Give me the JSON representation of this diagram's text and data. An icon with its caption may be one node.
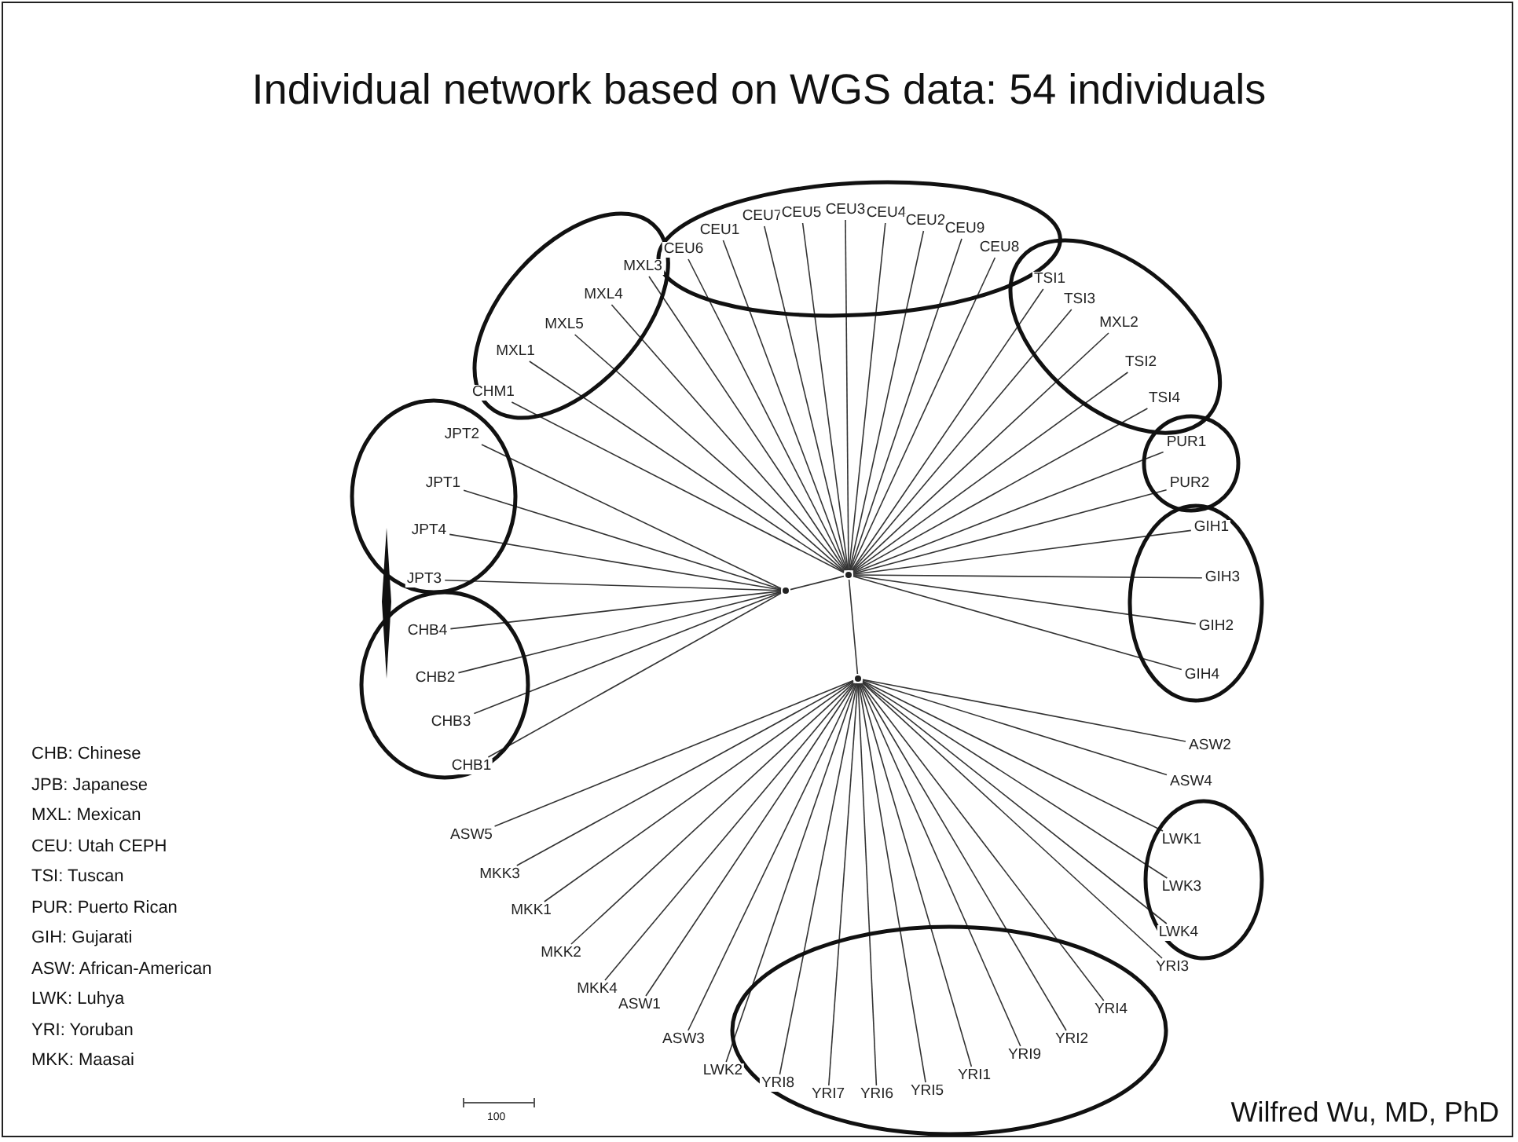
{
  "diagram": {
    "title": "Individual network based on WGS data: 54 individuals",
    "nodes": [
      {
        "text": [],
        "shape": "ellipse"
      },
      {
        "text": [
          "CEU6"
        ],
        "in": 0
      },
      {
        "text": [
          "CEU1"
        ],
        "in": 0
      },
      {
        "text": [
          "CEU7"
        ],
        "in": 0
      },
      {
        "text": [
          "CEU5"
        ],
        "in": 0
      },
      {
        "text": [
          "CEU3"
        ],
        "in": 0
      },
      {
        "text": [
          "CEU4"
        ],
        "in": 0
      },
      {
        "text": [
          "CEU2"
        ],
        "in": 0
      },
      {
        "text": [
          "CEU9"
        ],
        "in": 0
      },
      {
        "text": [
          "CEU8"
        ],
        "in": 0
      },
      {
        "text": [],
        "shape": "ellipse"
      },
      {
        "text": [
          "MXL3"
        ],
        "in": 10
      },
      {
        "text": [
          "MXL4"
        ],
        "in": 10
      },
      {
        "text": [
          "MXL5"
        ],
        "in": 10
      },
      {
        "text": [
          "MXL1"
        ],
        "in": 10
      },
      {
        "text": [],
        "shape": "ellipse"
      },
      {
        "text": [
          "TSI1"
        ],
        "in": 15
      },
      {
        "text": [
          "TSI3"
        ],
        "in": 15
      },
      {
        "text": [
          "MXL2"
        ],
        "in": 15
      },
      {
        "text": [
          "TSI2"
        ],
        "in": 15
      },
      {
        "text": [
          "TSI4"
        ],
        "in": 15
      },
      {
        "text": [
          "CHM1"
        ]
      },
      {
        "text": [],
        "shape": "ellipse"
      },
      {
        "text": [
          "JPT2"
        ],
        "in": 22
      },
      {
        "text": [
          "JPT1"
        ],
        "in": 22
      },
      {
        "text": [
          "JPT4"
        ],
        "in": 22
      },
      {
        "text": [
          "JPT3"
        ],
        "in": 22
      },
      {
        "text": [],
        "shape": "ellipse"
      },
      {
        "text": [
          "PUR1"
        ],
        "in": 27
      },
      {
        "text": [
          "PUR2"
        ],
        "in": 27
      },
      {
        "text": [],
        "shape": "ellipse"
      },
      {
        "text": [
          "GIH1"
        ],
        "in": 30
      },
      {
        "text": [
          "GIH3"
        ],
        "in": 30
      },
      {
        "text": [
          "GIH2"
        ],
        "in": 30
      },
      {
        "text": [
          "GIH4"
        ],
        "in": 30
      },
      {
        "text": [],
        "shape": "point"
      },
      {
        "text": [],
        "shape": "point"
      },
      {
        "text": [],
        "shape": "point"
      },
      {
        "text": [],
        "shape": "ellipse"
      },
      {
        "text": [
          "CHB4"
        ],
        "in": 38
      },
      {
        "text": [
          "CHB2"
        ],
        "in": 38
      },
      {
        "text": [
          "CHB3"
        ],
        "in": 38
      },
      {
        "text": [
          "CHB1"
        ],
        "in": 38
      },
      {
        "text": [
          "ASW2"
        ]
      },
      {
        "text": [
          "ASW4"
        ]
      },
      {
        "text": [
          "ASW5"
        ]
      },
      {
        "text": [],
        "shape": "ellipse"
      },
      {
        "text": [
          "LWK1"
        ],
        "in": 46
      },
      {
        "text": [
          "LWK3"
        ],
        "in": 46
      },
      {
        "text": [
          "LWK4"
        ],
        "in": 46
      },
      {
        "text": [
          "MKK3"
        ]
      },
      {
        "text": [
          "MKK1"
        ]
      },
      {
        "text": [
          "MKK2"
        ]
      },
      {
        "text": [
          "YRI3"
        ]
      },
      {
        "text": [
          "MKK4"
        ]
      },
      {
        "text": [
          "ASW1"
        ]
      },
      {
        "text": [
          "ASW3"
        ]
      },
      {
        "text": [
          "LWK2"
        ]
      },
      {
        "text": [],
        "shape": "ellipse"
      },
      {
        "text": [
          "YRI8"
        ],
        "in": 58
      },
      {
        "text": [
          "YRI7"
        ],
        "in": 58
      },
      {
        "text": [
          "YRI6"
        ],
        "in": 58
      },
      {
        "text": [
          "YRI5"
        ],
        "in": 58
      },
      {
        "text": [
          "YRI1"
        ],
        "in": 58
      },
      {
        "text": [
          "YRI9"
        ],
        "in": 58
      },
      {
        "text": [
          "YRI2"
        ],
        "in": 58
      },
      {
        "text": [
          "YRI4"
        ],
        "in": 58
      }
    ],
    "edges": [
      {
        "from": 35,
        "to": 36,
        "arrow": "none"
      },
      {
        "from": 36,
        "to": 37,
        "arrow": "none"
      },
      {
        "from": 36,
        "to": 1,
        "arrow": "none"
      },
      {
        "from": 36,
        "to": 2,
        "arrow": "none"
      },
      {
        "from": 36,
        "to": 3,
        "arrow": "none"
      },
      {
        "from": 36,
        "to": 4,
        "arrow": "none"
      },
      {
        "from": 36,
        "to": 5,
        "arrow": "none"
      },
      {
        "from": 36,
        "to": 6,
        "arrow": "none"
      },
      {
        "from": 36,
        "to": 7,
        "arrow": "none"
      },
      {
        "from": 36,
        "to": 8,
        "arrow": "none"
      },
      {
        "from": 36,
        "to": 9,
        "arrow": "none"
      },
      {
        "from": 36,
        "to": 11,
        "arrow": "none"
      },
      {
        "from": 36,
        "to": 12,
        "arrow": "none"
      },
      {
        "from": 36,
        "to": 13,
        "arrow": "none"
      },
      {
        "from": 36,
        "to": 14,
        "arrow": "none"
      },
      {
        "from": 36,
        "to": 16,
        "arrow": "none"
      },
      {
        "from": 36,
        "to": 17,
        "arrow": "none"
      },
      {
        "from": 36,
        "to": 18,
        "arrow": "none"
      },
      {
        "from": 36,
        "to": 19,
        "arrow": "none"
      },
      {
        "from": 36,
        "to": 20,
        "arrow": "none"
      },
      {
        "from": 36,
        "to": 21,
        "arrow": "none"
      },
      {
        "from": 35,
        "to": 23,
        "arrow": "none"
      },
      {
        "from": 35,
        "to": 24,
        "arrow": "none"
      },
      {
        "from": 35,
        "to": 25,
        "arrow": "none"
      },
      {
        "from": 35,
        "to": 26,
        "arrow": "none"
      },
      {
        "from": 36,
        "to": 28,
        "arrow": "none"
      },
      {
        "from": 36,
        "to": 29,
        "arrow": "none"
      },
      {
        "from": 36,
        "to": 31,
        "arrow": "none"
      },
      {
        "from": 36,
        "to": 32,
        "arrow": "none"
      },
      {
        "from": 36,
        "to": 33,
        "arrow": "none"
      },
      {
        "from": 36,
        "to": 34,
        "arrow": "none"
      },
      {
        "from": 35,
        "to": 39,
        "arrow": "none"
      },
      {
        "from": 35,
        "to": 40,
        "arrow": "none"
      },
      {
        "from": 35,
        "to": 41,
        "arrow": "none"
      },
      {
        "from": 35,
        "to": 42,
        "arrow": "none"
      },
      {
        "from": 37,
        "to": 43,
        "arrow": "none"
      },
      {
        "from": 37,
        "to": 44,
        "arrow": "none"
      },
      {
        "from": 37,
        "to": 45,
        "arrow": "none"
      },
      {
        "from": 37,
        "to": 47,
        "arrow": "none"
      },
      {
        "from": 37,
        "to": 48,
        "arrow": "none"
      },
      {
        "from": 37,
        "to": 49,
        "arrow": "none"
      },
      {
        "from": 37,
        "to": 50,
        "arrow": "none"
      },
      {
        "from": 37,
        "to": 51,
        "arrow": "none"
      },
      {
        "from": 37,
        "to": 52,
        "arrow": "none"
      },
      {
        "from": 37,
        "to": 53,
        "arrow": "none"
      },
      {
        "from": 37,
        "to": 54,
        "arrow": "none"
      },
      {
        "from": 37,
        "to": 55,
        "arrow": "none"
      },
      {
        "from": 37,
        "to": 56,
        "arrow": "none"
      },
      {
        "from": 37,
        "to": 57,
        "arrow": "none"
      },
      {
        "from": 37,
        "to": 59,
        "arrow": "none"
      },
      {
        "from": 37,
        "to": 60,
        "arrow": "none"
      },
      {
        "from": 37,
        "to": 61,
        "arrow": "none"
      },
      {
        "from": 37,
        "to": 62,
        "arrow": "none"
      },
      {
        "from": 37,
        "to": 63,
        "arrow": "none"
      },
      {
        "from": 37,
        "to": 64,
        "arrow": "none"
      },
      {
        "from": 37,
        "to": 65,
        "arrow": "none"
      },
      {
        "from": 37,
        "to": 66,
        "arrow": "none"
      }
    ],
    "labels": [
      "CHB: Chinese",
      "JPB: Japanese",
      "MXL: Mexican",
      "CEU: Utah CEPH",
      "TSI: Tuscan",
      "PUR: Puerto Rican",
      "GIH: Gujarati",
      "ASW: African-American",
      "LWK: Luhya",
      "YRI: Yoruban",
      "MKK: Maasai",
      "100",
      "Wilfred Wu, MD, PhD"
    ]
  }
}
